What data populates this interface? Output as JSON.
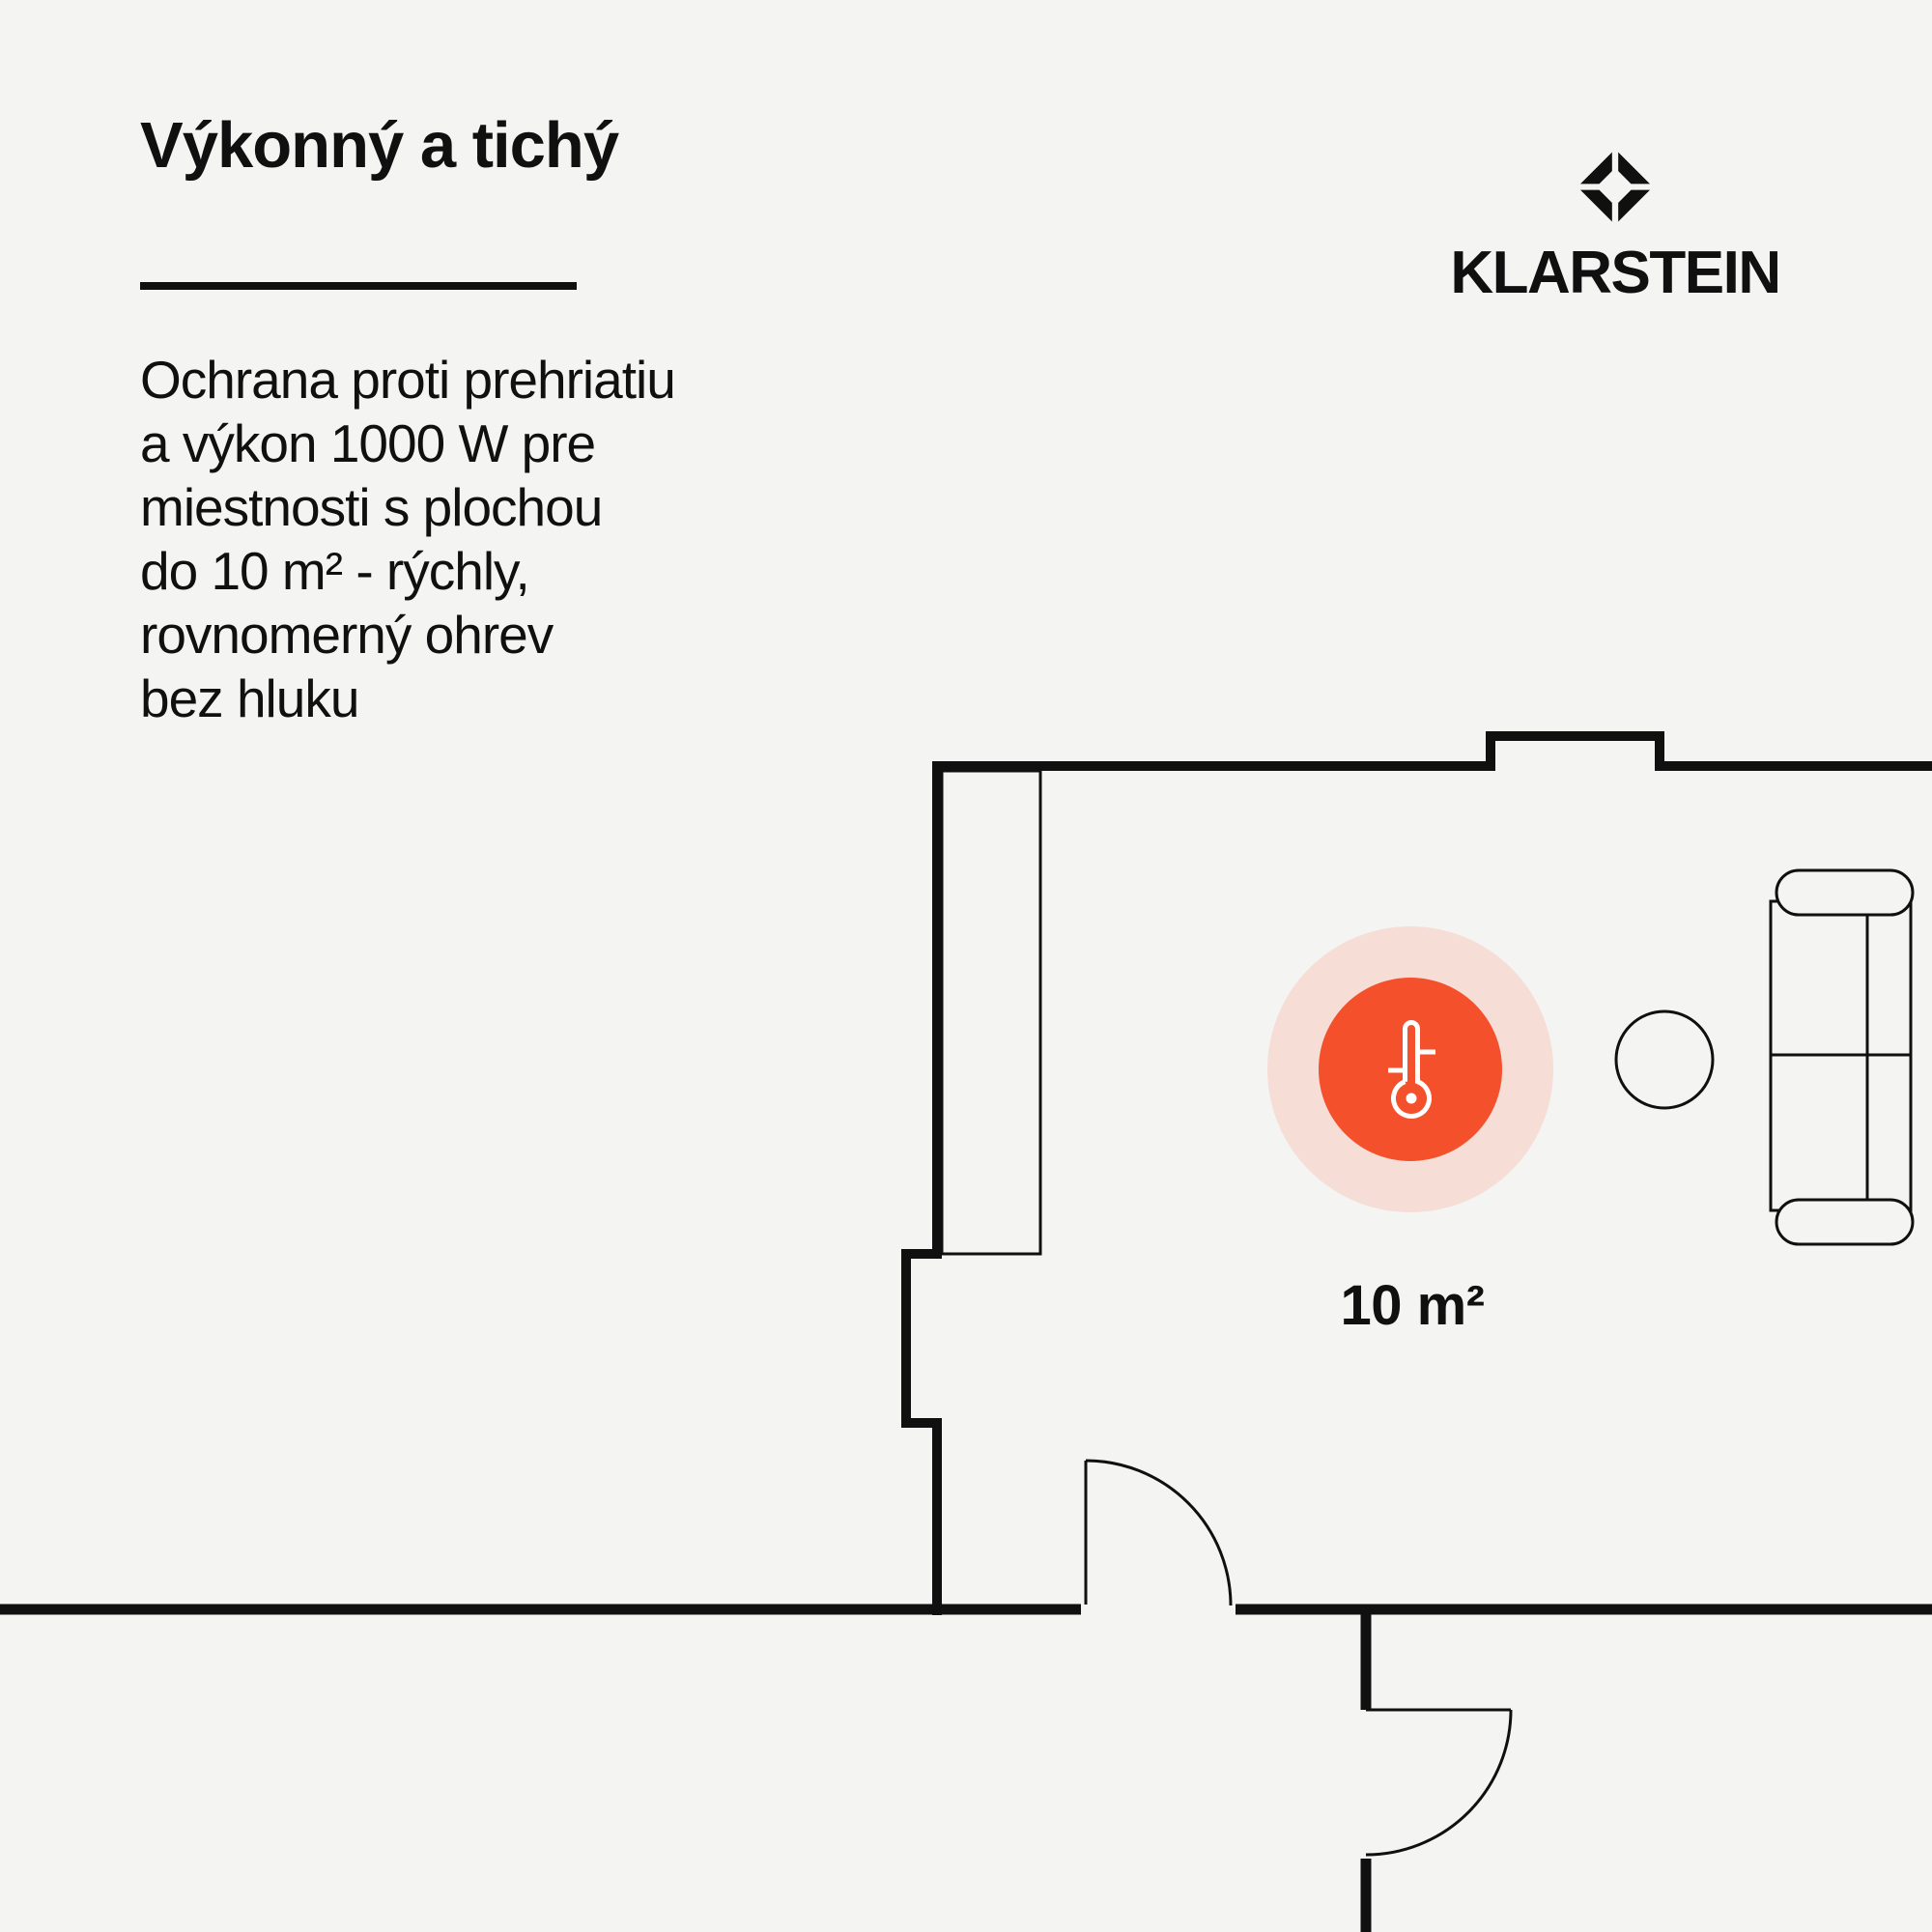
{
  "page": {
    "background": "#f4f4f3",
    "ink": "#101010"
  },
  "header": {
    "title": "Výkonný a tichý",
    "description": "Ochrana proti prehriatiu\na výkon 1000 W pre\nmiestnosti s plochou\ndo 10 m² - rýchly,\nrovnomerný ohrev\nbez hluku"
  },
  "brand": {
    "name": "KLARSTEIN"
  },
  "floorplan": {
    "area_label": "10 m²",
    "heater_color": "#f4502b",
    "heater_glow_color": "#f6ddd5",
    "icon": "thermometer-icon"
  }
}
